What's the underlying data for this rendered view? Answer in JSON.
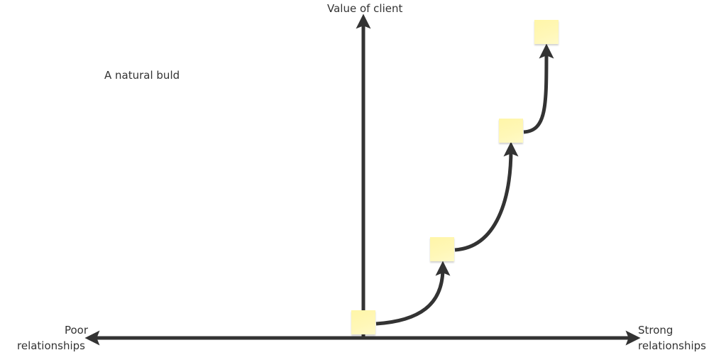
{
  "labels": {
    "y_axis": "Value of client",
    "x_left": "Poor relationships",
    "x_left_line1": "Poor",
    "x_left_line2": "relationships",
    "x_right_line1": "Strong",
    "x_right_line2": "relationships",
    "title": "A natural buld"
  },
  "colors": {
    "line": "#333333",
    "sticky": "#fff6a8"
  },
  "sticky_notes": 4
}
